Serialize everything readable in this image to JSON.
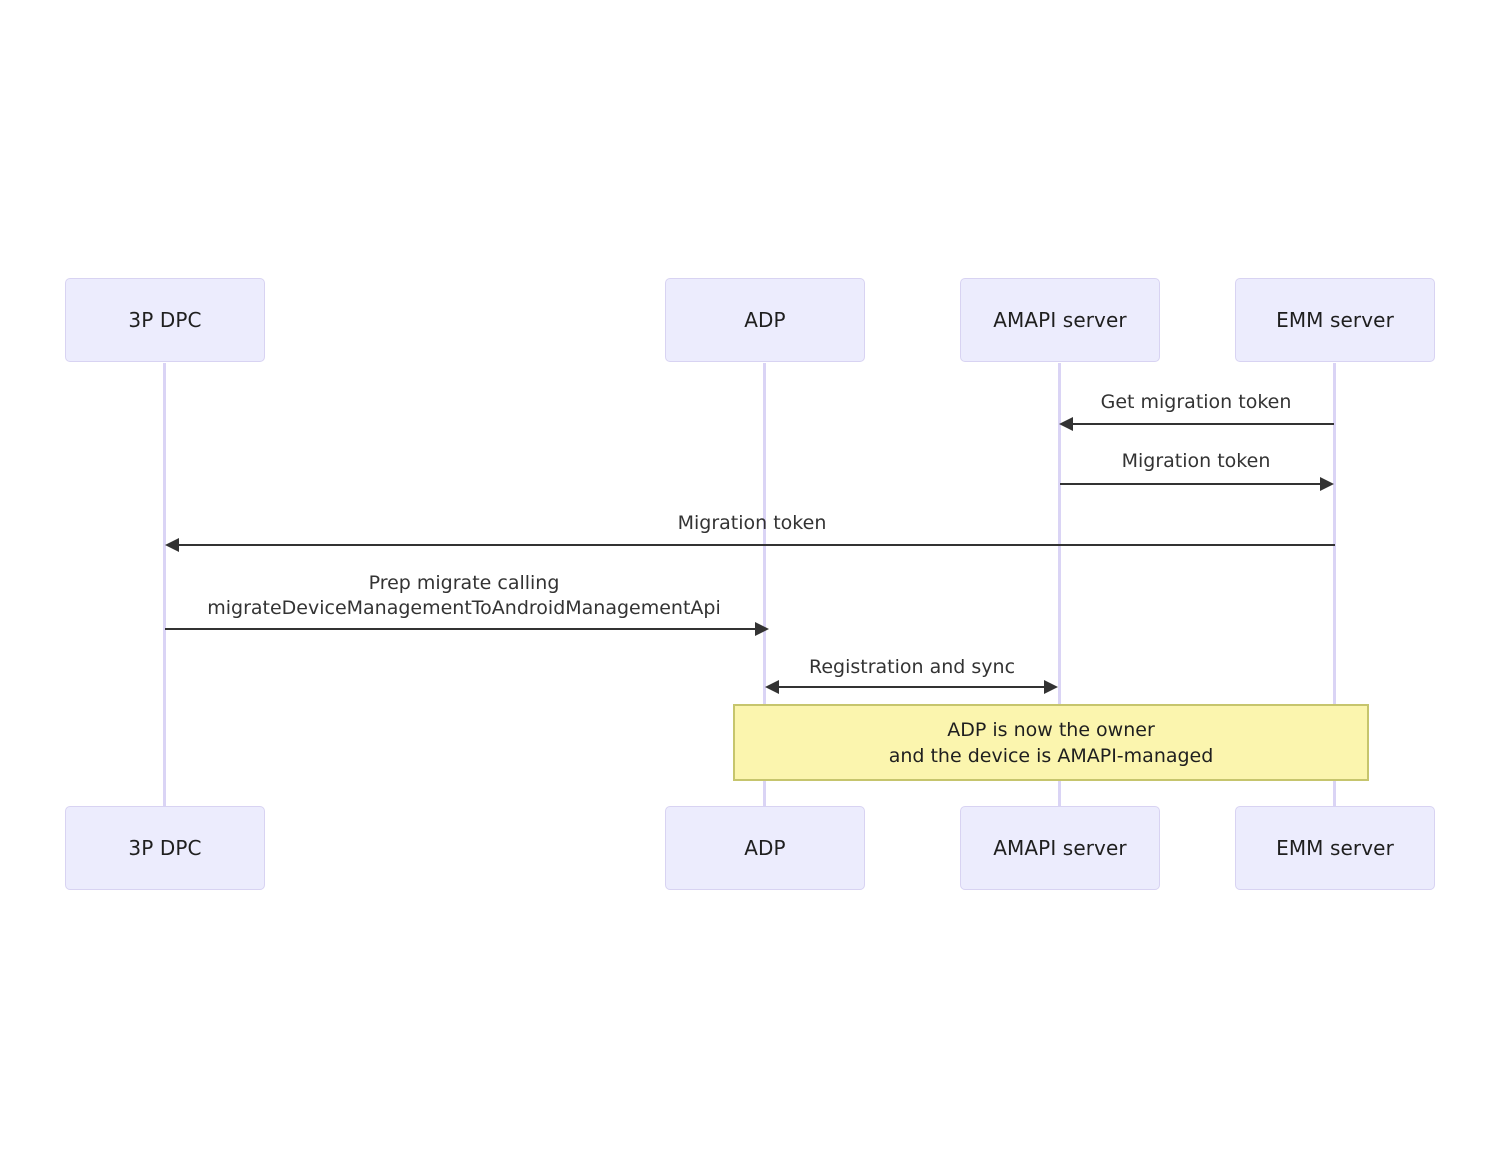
{
  "diagram": {
    "type": "sequence-diagram",
    "title": "",
    "background_color": "#ffffff",
    "participant_fill": "#ECECFD",
    "participant_border": "#D8D3F2",
    "lifeline_color": "#DAD4F5",
    "arrow_color": "#333333",
    "note_fill": "#FBF5AE",
    "note_border": "#C6C56D"
  },
  "participants": [
    {
      "id": "dpc",
      "label": "3P DPC"
    },
    {
      "id": "adp",
      "label": "ADP"
    },
    {
      "id": "amapi",
      "label": "AMAPI server"
    },
    {
      "id": "emm",
      "label": "EMM server"
    }
  ],
  "participants_bottom": [
    {
      "id": "dpc",
      "label": "3P DPC"
    },
    {
      "id": "adp",
      "label": "ADP"
    },
    {
      "id": "amapi",
      "label": "AMAPI server"
    },
    {
      "id": "emm",
      "label": "EMM server"
    }
  ],
  "messages": [
    {
      "id": "m1",
      "label": "Get migration token",
      "from": "emm",
      "to": "amapi",
      "direction": "left"
    },
    {
      "id": "m2",
      "label": "Migration token",
      "from": "amapi",
      "to": "emm",
      "direction": "right"
    },
    {
      "id": "m3",
      "label": "Migration token",
      "from": "emm",
      "to": "dpc",
      "direction": "left"
    },
    {
      "id": "m4",
      "label": "Prep migrate calling\nmigrateDeviceManagementToAndroidManagementApi",
      "from": "dpc",
      "to": "adp",
      "direction": "right"
    },
    {
      "id": "m5",
      "label": "Registration and sync",
      "from": "adp",
      "to": "amapi",
      "direction": "both"
    }
  ],
  "notes": [
    {
      "id": "n1",
      "text": "ADP is now the owner\nand the device is AMAPI-managed"
    }
  ]
}
